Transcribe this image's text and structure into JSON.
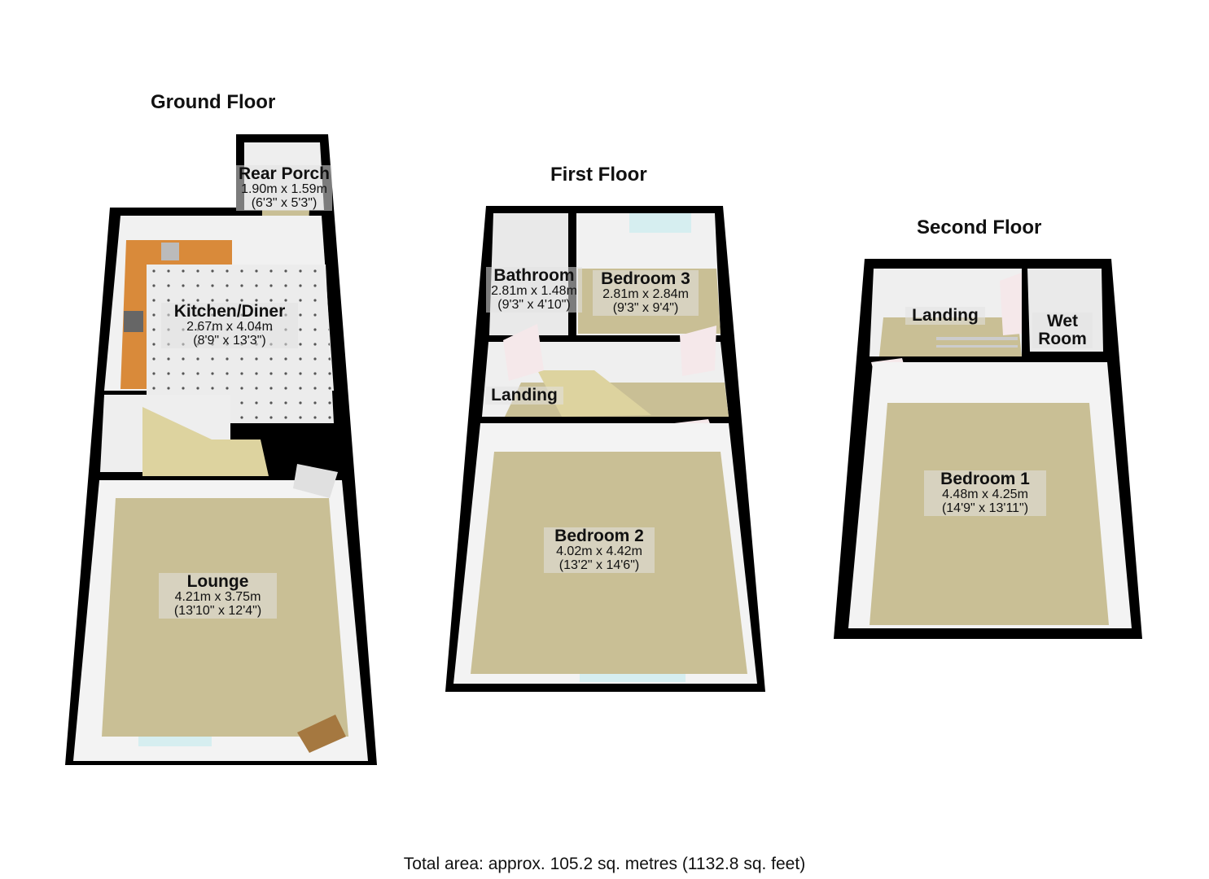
{
  "floors": [
    {
      "title": "Ground Floor",
      "rooms": [
        {
          "name": "Rear Porch",
          "metric": "1.90m x 1.59m",
          "imperial": "(6'3\" x 5'3\")"
        },
        {
          "name": "Kitchen/Diner",
          "metric": "2.67m x 4.04m",
          "imperial": "(8'9\" x 13'3\")"
        },
        {
          "name": "Lounge",
          "metric": "4.21m x 3.75m",
          "imperial": "(13'10\" x 12'4\")"
        }
      ]
    },
    {
      "title": "First Floor",
      "rooms": [
        {
          "name": "Bathroom",
          "metric": "2.81m x 1.48m",
          "imperial": "(9'3\" x 4'10\")"
        },
        {
          "name": "Bedroom 3",
          "metric": "2.81m x 2.84m",
          "imperial": "(9'3\" x 9'4\")"
        },
        {
          "name": "Landing"
        },
        {
          "name": "Bedroom 2",
          "metric": "4.02m x 4.42m",
          "imperial": "(13'2\" x 14'6\")"
        }
      ]
    },
    {
      "title": "Second Floor",
      "rooms": [
        {
          "name": "Landing"
        },
        {
          "name": "Wet Room"
        },
        {
          "name": "Bedroom 1",
          "metric": "4.48m x 4.25m",
          "imperial": "(14'9\" x 13'11\")"
        }
      ]
    }
  ],
  "footer": {
    "total_area": "Total area: approx. 105.2 sq. metres (1132.8 sq. feet)"
  },
  "colors": {
    "wall": "#000000",
    "carpet": "#c9bf95",
    "inner_wall": "#f2f2f2",
    "kitchen_unit": "#d98a3a",
    "tile": "#e6e6e6"
  }
}
